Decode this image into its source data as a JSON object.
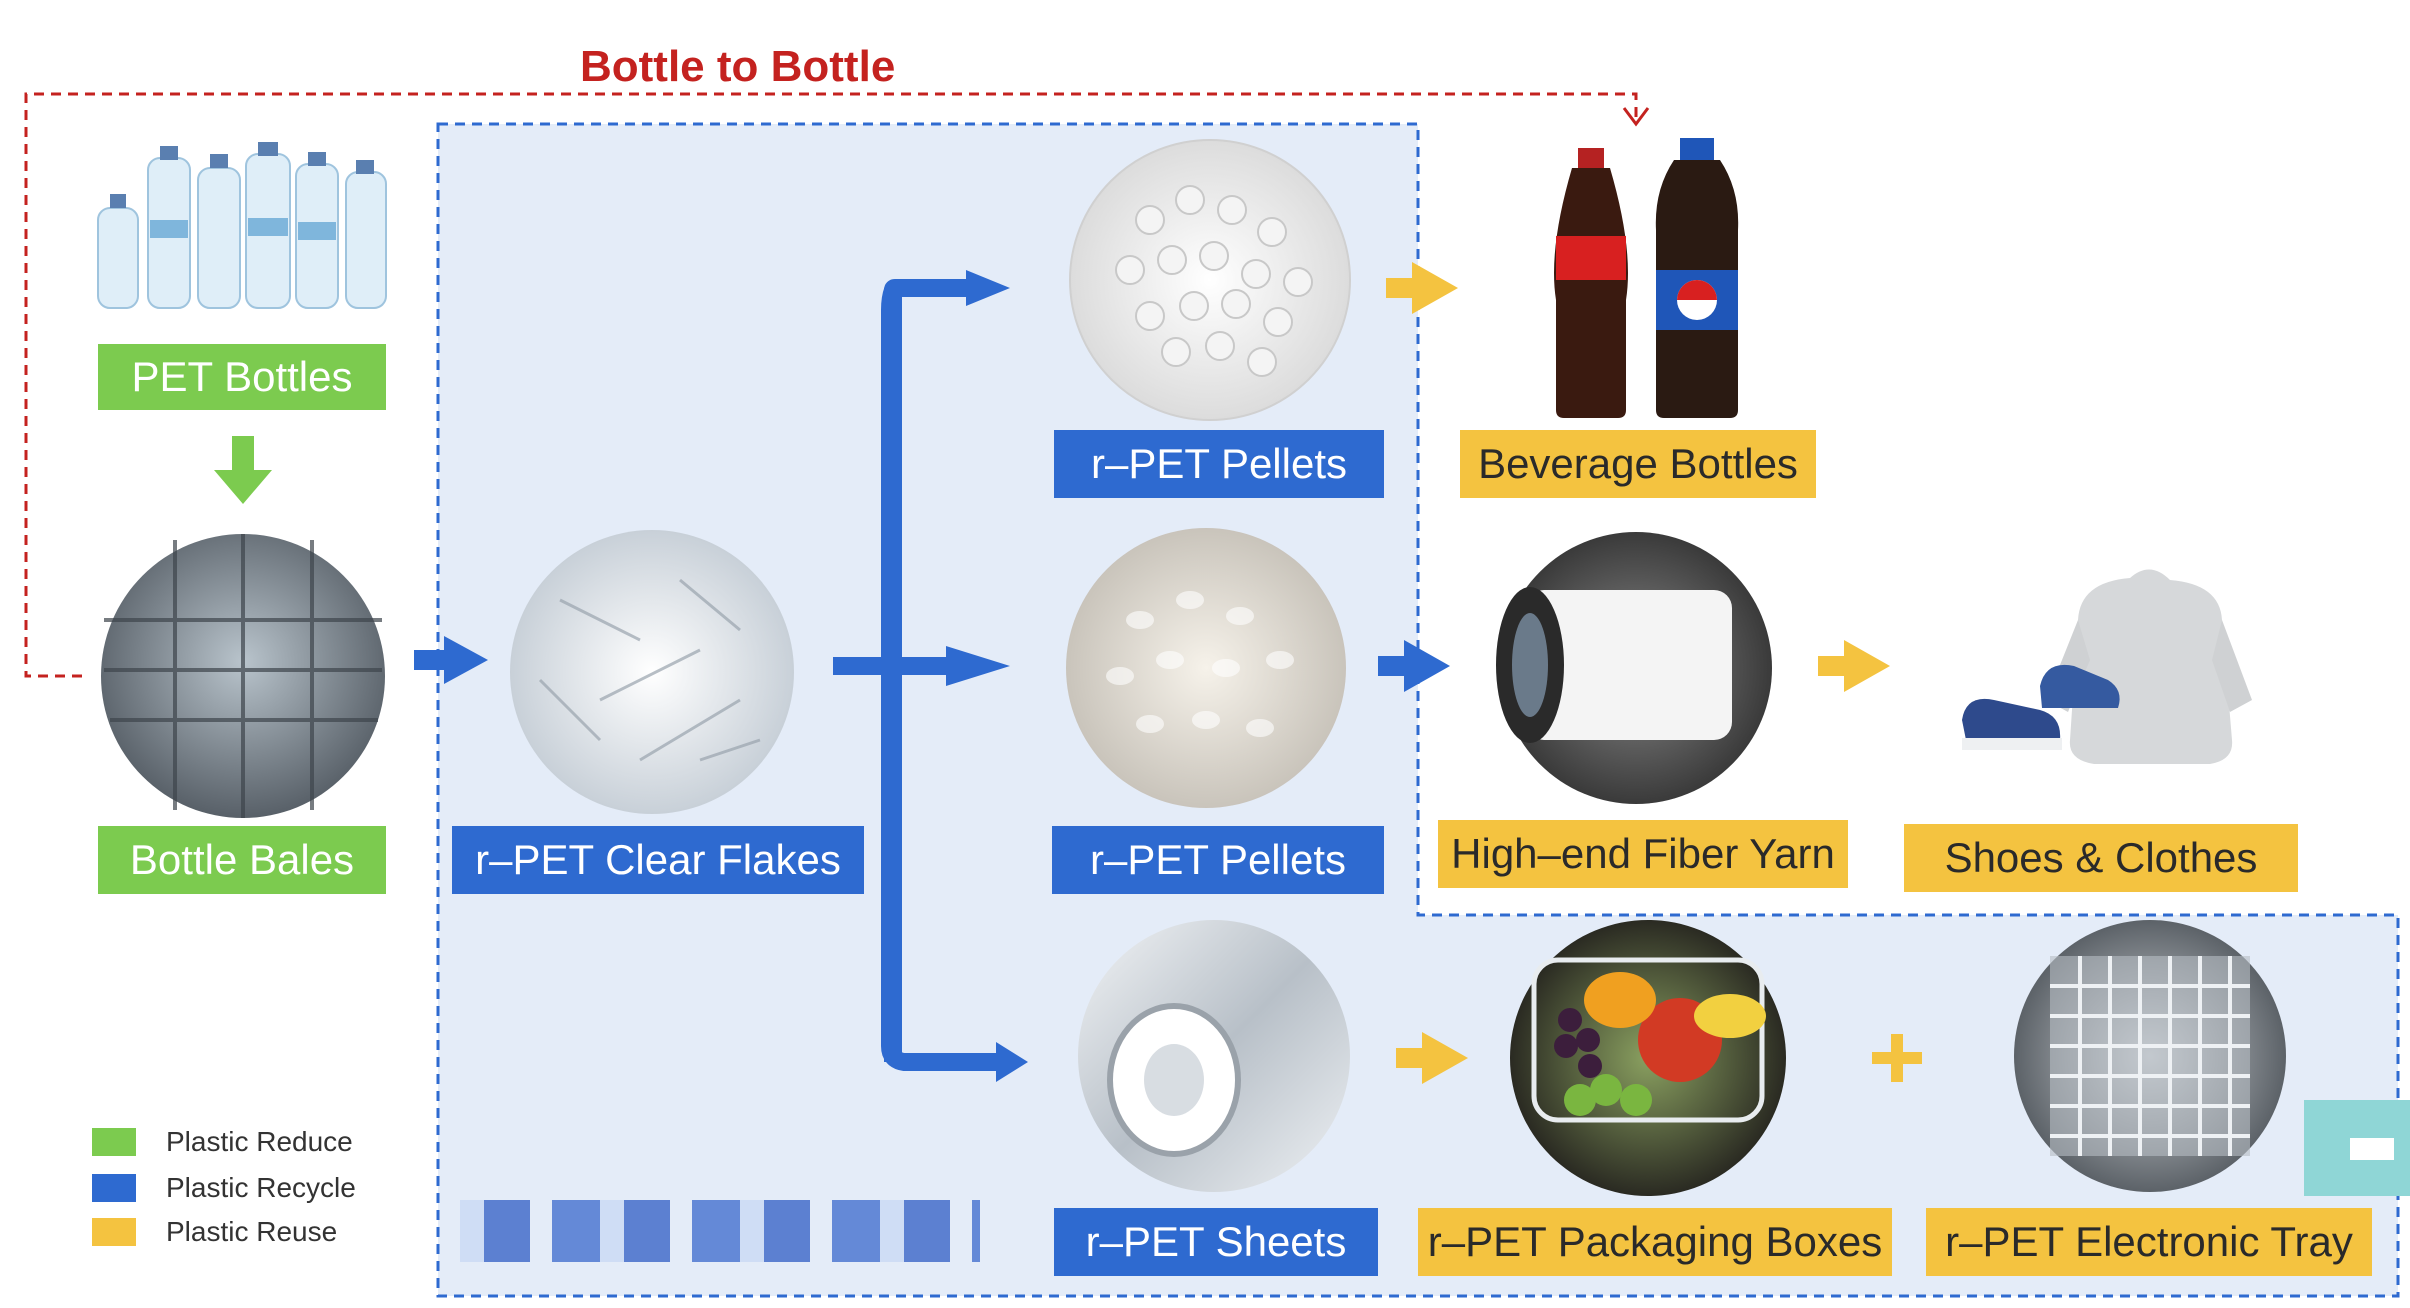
{
  "title": "Bottle to Bottle",
  "nodes": {
    "pet_bottles": "PET Bottles",
    "bottle_bales": "Bottle Bales",
    "clear_flakes": "r–PET Clear Flakes",
    "pellets_white": "r–PET Pellets",
    "pellets_clear": "r–PET Pellets",
    "sheets": "r–PET Sheets",
    "beverage_bottles": "Beverage Bottles",
    "fiber_yarn": "High–end Fiber Yarn",
    "shoes_clothes": "Shoes & Clothes",
    "packaging_boxes": "r–PET Packaging Boxes",
    "electronic_tray": "r–PET Electronic Tray"
  },
  "plus_sign": "+",
  "legend": [
    {
      "label": "Plastic Reduce",
      "color": "#7ccb4f"
    },
    {
      "label": "Plastic Recycle",
      "color": "#2e6ad0"
    },
    {
      "label": "Plastic Reuse",
      "color": "#f4c340"
    }
  ],
  "colors": {
    "reduce": "#7ccb4f",
    "recycle": "#2e6ad0",
    "reuse": "#f4c340",
    "loop": "#c4221f",
    "recycle_region": "#e4ecf8"
  },
  "icons": [
    "pet-bottles-icon",
    "bottle-bales-icon",
    "clear-flakes-icon",
    "white-pellets-icon",
    "clear-pellets-icon",
    "film-roll-icon",
    "beverage-bottles-icon",
    "yarn-spool-icon",
    "shoes-clothes-icon",
    "fruit-box-icon",
    "electronic-tray-icon"
  ]
}
